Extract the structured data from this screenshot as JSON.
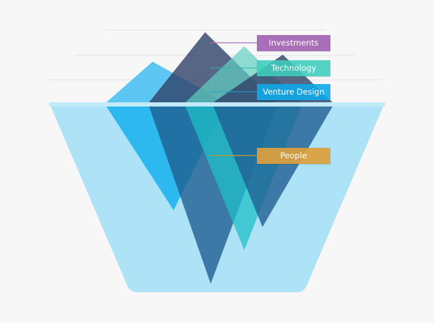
{
  "labels": [
    {
      "text": "Investments",
      "color": "#a86fb8"
    },
    {
      "text": "Technology",
      "color": "#4fd0c0"
    },
    {
      "text": "Venture Design",
      "color": "#1fb0ea"
    },
    {
      "text": "People",
      "color": "#dca84a"
    }
  ],
  "colors": {
    "water": "#aee2f6",
    "navy": "#2f4168",
    "teal": "#5fd0c0",
    "sky": "#29b6f0",
    "deep": "#1f5f92"
  }
}
